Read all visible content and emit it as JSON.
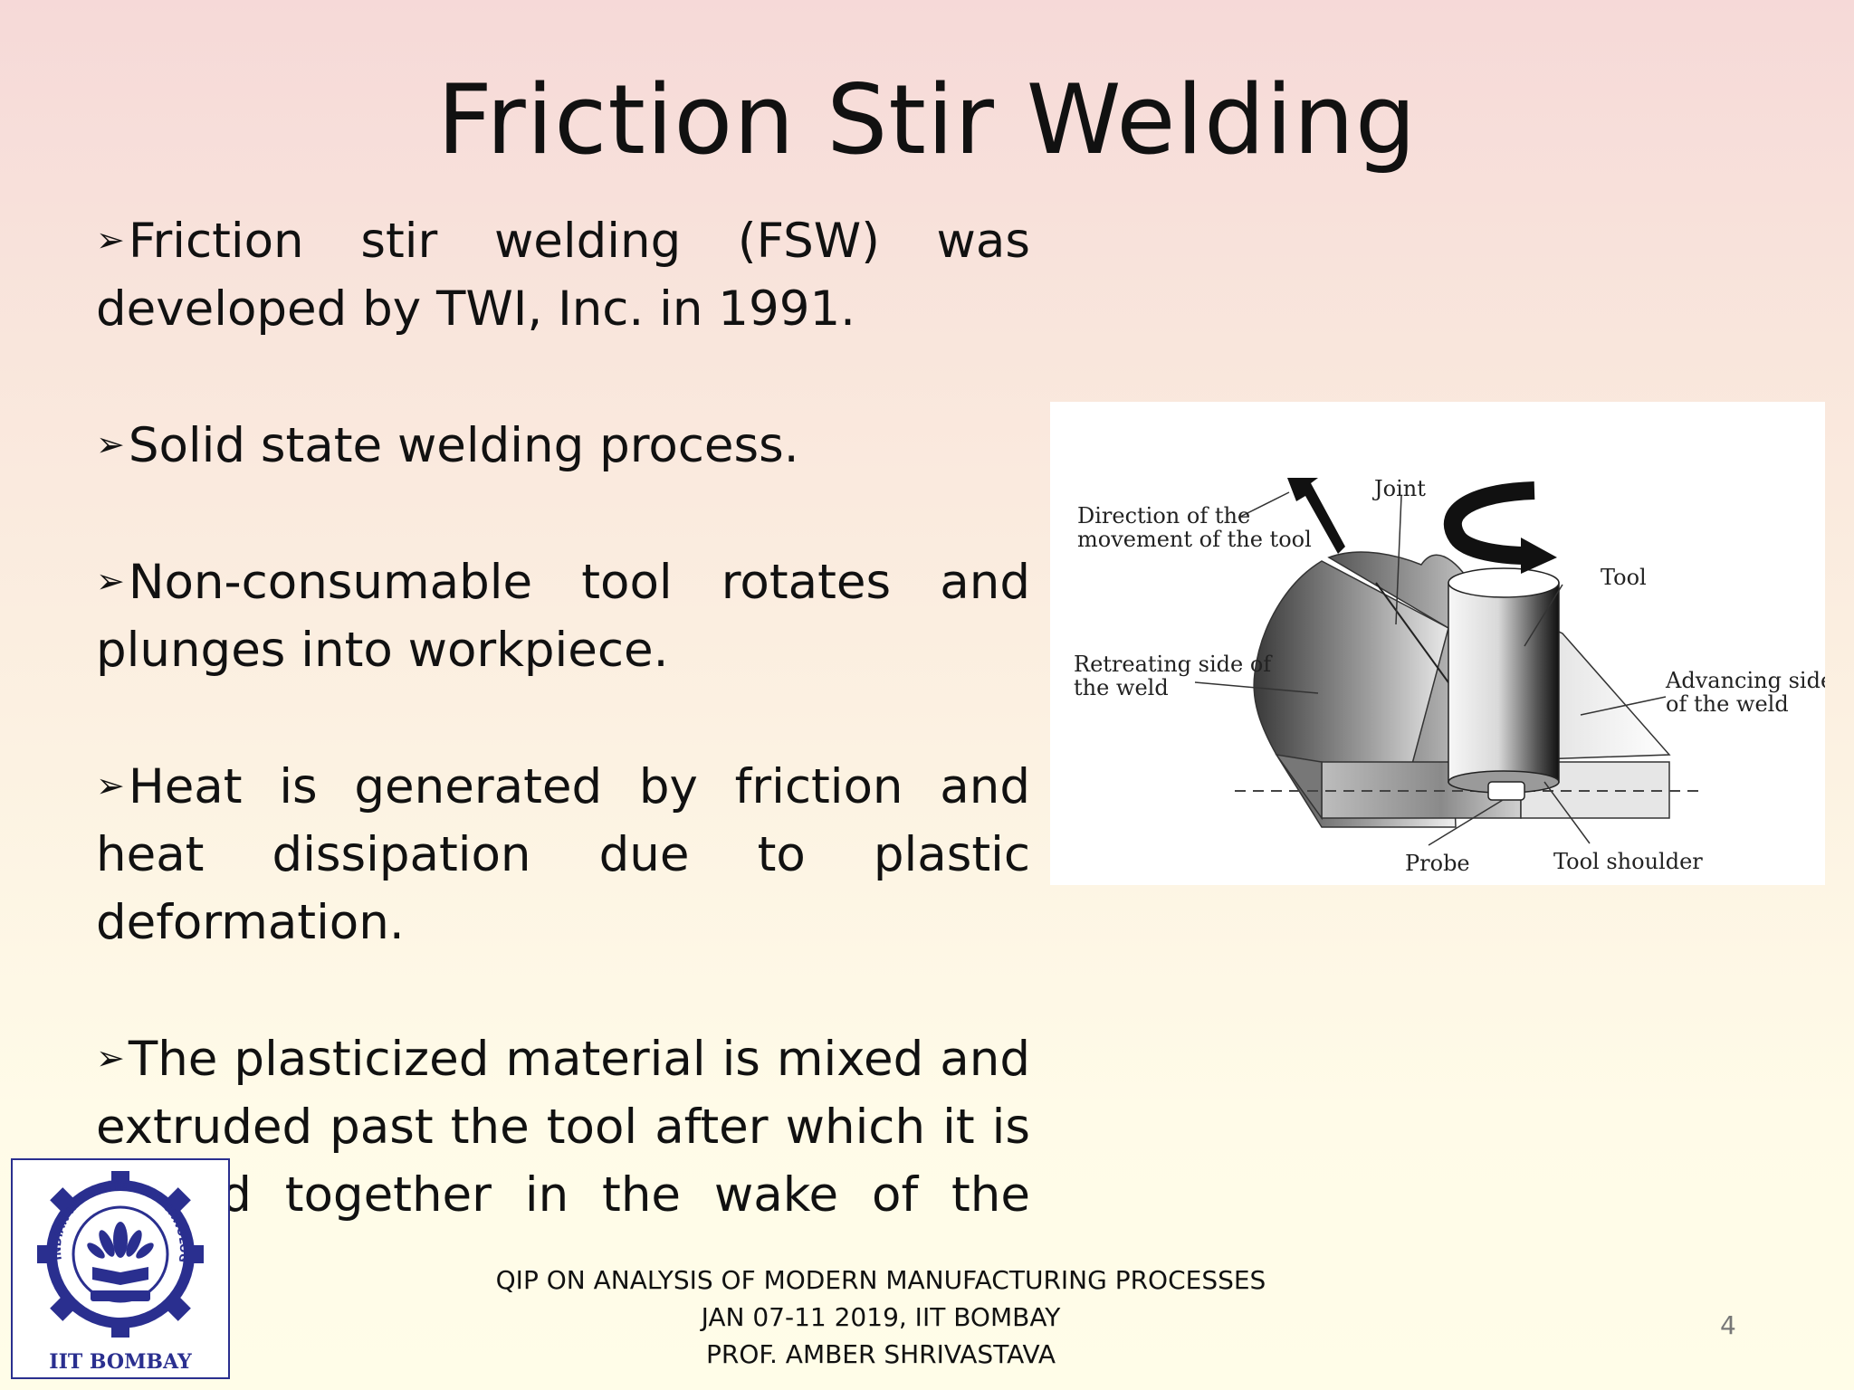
{
  "slide": {
    "title": "Friction Stir Welding",
    "bullets": [
      "Friction stir welding (FSW) was developed by TWI, Inc. in 1991.",
      "Solid state welding process.",
      "Non-consumable tool rotates and plunges into workpiece.",
      "Heat is generated by friction and heat dissipation due to plastic deformation.",
      "The plasticized material is mixed and extruded past the tool after which it is forged together in the wake of the tool."
    ],
    "bullet_marker": "➢"
  },
  "figure": {
    "labels": {
      "direction_line1": "Direction of the",
      "direction_line2": "movement of the tool",
      "joint": "Joint",
      "tool": "Tool",
      "retreating_line1": "Retreating side of",
      "retreating_line2": "the weld",
      "advancing_line1": "Advancing side",
      "advancing_line2": "of the weld",
      "probe": "Probe",
      "tool_shoulder": "Tool shoulder"
    }
  },
  "footer": {
    "line1": "QIP ON ANALYSIS OF MODERN MANUFACTURING PROCESSES",
    "line2": "JAN 07-11 2019, IIT BOMBAY",
    "line3": "PROF. AMBER SHRIVASTAVA"
  },
  "page_number": "4",
  "logo": {
    "caption": "IIT BOMBAY",
    "ring_text": "INDIAN INSTITUTE OF TECHNOLOGY BOMBAY"
  },
  "colors": {
    "logo_blue": "#2a2f8f",
    "background_top": "#f6d9d8",
    "background_bottom": "#fffde8"
  }
}
